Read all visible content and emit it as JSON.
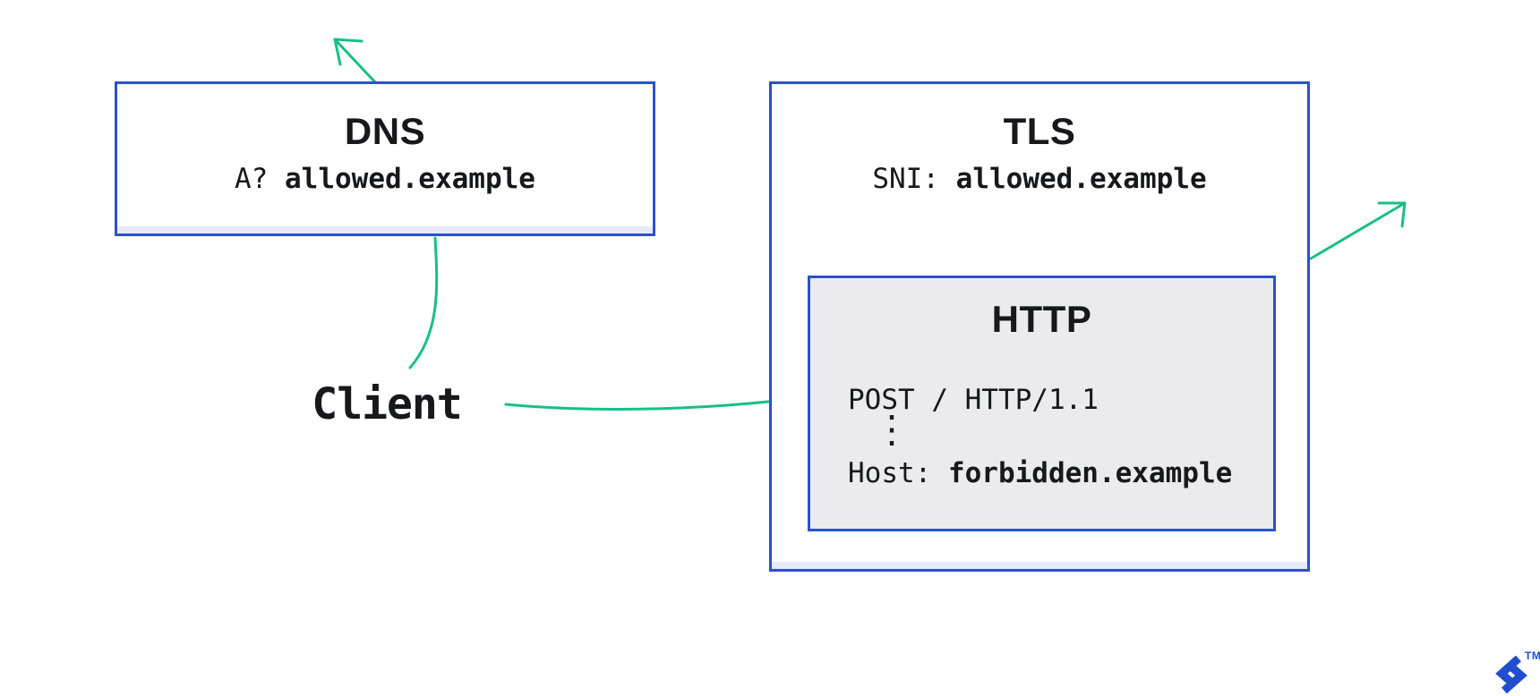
{
  "colors": {
    "background": "#ffffff",
    "border_blue": "#2a52cb",
    "strip_fill": "#e6eaf8",
    "http_fill": "#ebebee",
    "arrow_green": "#17bf83",
    "text_dark": "#17181c",
    "logo_blue": "#204ecf"
  },
  "diagram": {
    "dns_box": {
      "title": "DNS",
      "query_label": "A?",
      "query_value": "allowed.example"
    },
    "tls_box": {
      "title": "TLS",
      "sni_label": "SNI:",
      "sni_value": "allowed.example"
    },
    "http_box": {
      "title": "HTTP",
      "request_line": "POST / HTTP/1.1",
      "ellipsis": "⋮",
      "host_label": "Host:",
      "host_value": "forbidden.example"
    },
    "client_label": "Client",
    "trademark": "TM"
  }
}
